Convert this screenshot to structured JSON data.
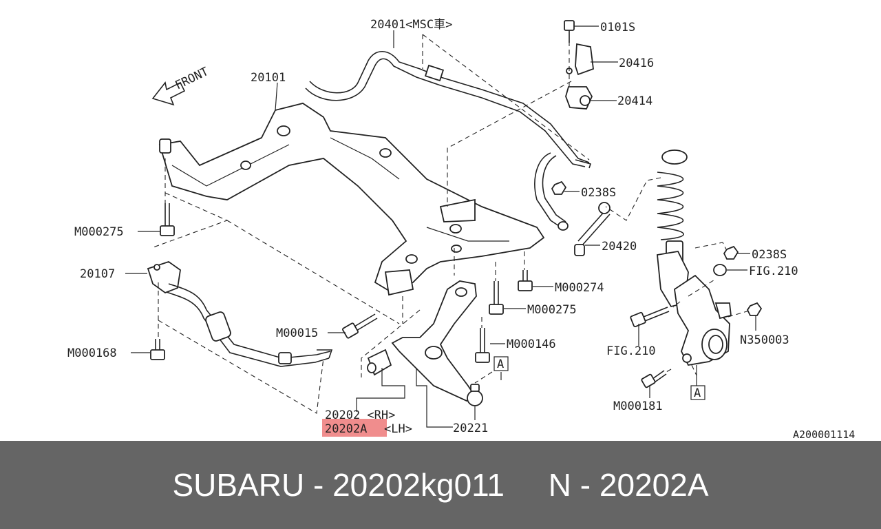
{
  "diagram": {
    "front_label": "FRONT",
    "reference_code": "A200001114",
    "callouts": {
      "stabilizer": "20401<MSC車>",
      "bolt_top": "0101S",
      "clamp": "20416",
      "bushing": "20414",
      "crossmember": "20101",
      "nut_link_upper": "0238S",
      "link": "20420",
      "nut_strut": "0238S",
      "fig_strut": "FIG.210",
      "bolt_frame_left": "M000275",
      "bracket": "20107",
      "bolt_m274": "M000274",
      "bolt_m275_center": "M000275",
      "bolt_m15": "M00015",
      "bolt_m146": "M000146",
      "bolt_m168": "M000168",
      "fig_knuckle": "FIG.210",
      "nut_n35": "N350003",
      "bolt_m181": "M000181",
      "arm_rh": "20202 <RH>",
      "arm_lh_code": "20202A",
      "arm_lh_side": "<LH>",
      "ball_joint": "20221",
      "marker_a1": "A",
      "marker_a2": "A"
    }
  },
  "colors": {
    "highlight": "#f08d8d",
    "footer_bg": "#656565",
    "footer_text": "#ffffff"
  },
  "footer": {
    "text": "SUBARU - 20202kg011     N - 20202A"
  }
}
